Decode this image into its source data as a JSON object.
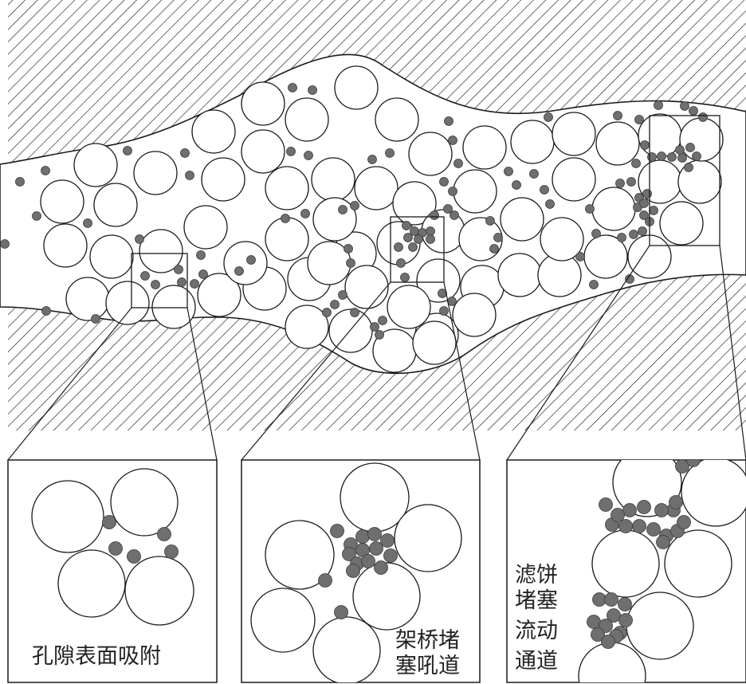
{
  "colors": {
    "line": "#1a1a1a",
    "hatch": "#1a1a1a",
    "particle": "#6f6f6f",
    "background": "#ffffff"
  },
  "panels": [
    {
      "id": "pore-adsorption",
      "lines": [
        "孔隙表面吸附"
      ]
    },
    {
      "id": "bridging-plug",
      "lines": [
        "架桥堵",
        "塞吼道"
      ]
    },
    {
      "id": "filter-cake",
      "lines": [
        "滤饼",
        "堵塞",
        "流动",
        "通道"
      ]
    }
  ]
}
